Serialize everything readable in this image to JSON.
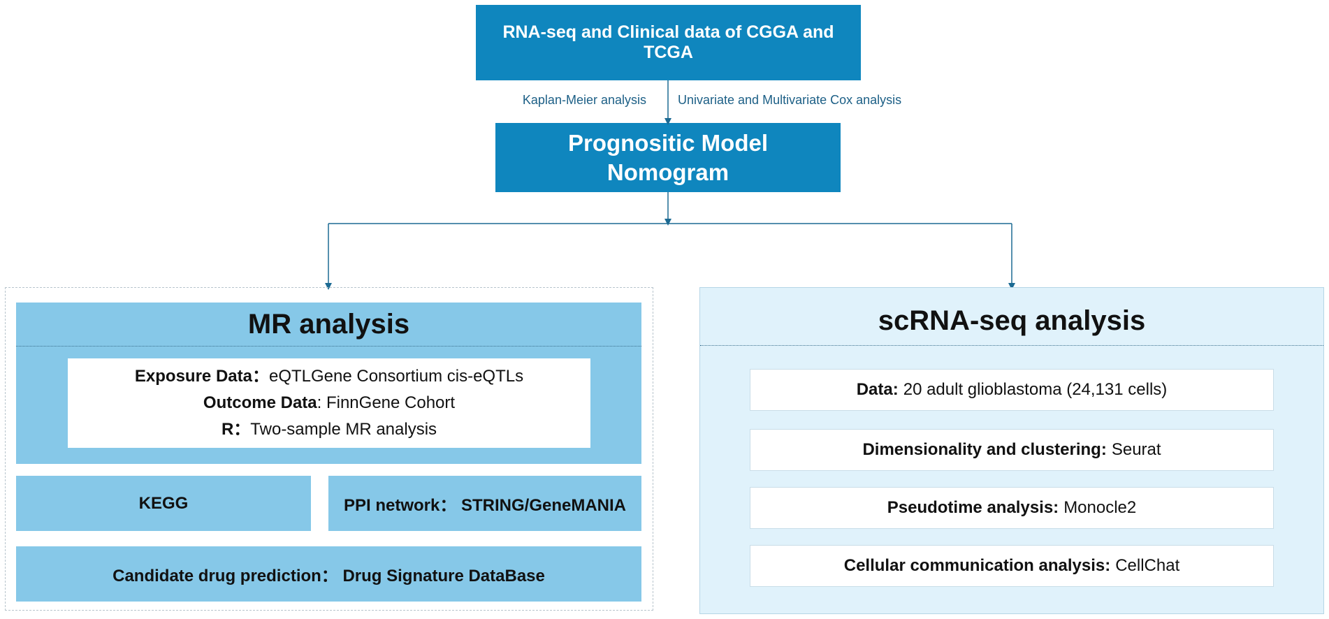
{
  "top": {
    "data_box": "RNA-seq and Clinical data of CGGA and TCGA",
    "edge_left": "Kaplan-Meier analysis",
    "edge_right": "Univariate and Multivariate Cox analysis",
    "model_line1": "Prognositic Model",
    "model_line2": "Nomogram"
  },
  "mr": {
    "title": "MR analysis",
    "lines": [
      {
        "label": "Exposure Data：",
        "value": "eQTLGene Consortium cis-eQTLs"
      },
      {
        "label": "Outcome Data",
        "value": ": FinnGene Cohort"
      },
      {
        "label": "R：",
        "value": "Two-sample MR analysis"
      }
    ],
    "kegg": "KEGG",
    "ppi": "PPI network： STRING/GeneMANIA",
    "drug": "Candidate drug prediction： Drug Signature DataBase"
  },
  "sc": {
    "title": "scRNA-seq analysis",
    "items": [
      {
        "label": "Data:",
        "value": "20 adult glioblastoma (24,131 cells)"
      },
      {
        "label": "Dimensionality and clustering:",
        "value": "Seurat"
      },
      {
        "label": "Pseudotime analysis:",
        "value": "Monocle2"
      },
      {
        "label": "Cellular communication analysis:",
        "value": "CellChat"
      }
    ]
  },
  "colors": {
    "box_dark": "#0f86be",
    "panel_light": "#86c8e8",
    "sc_bg": "#e0f2fb",
    "arrow": "#1c6a93"
  }
}
